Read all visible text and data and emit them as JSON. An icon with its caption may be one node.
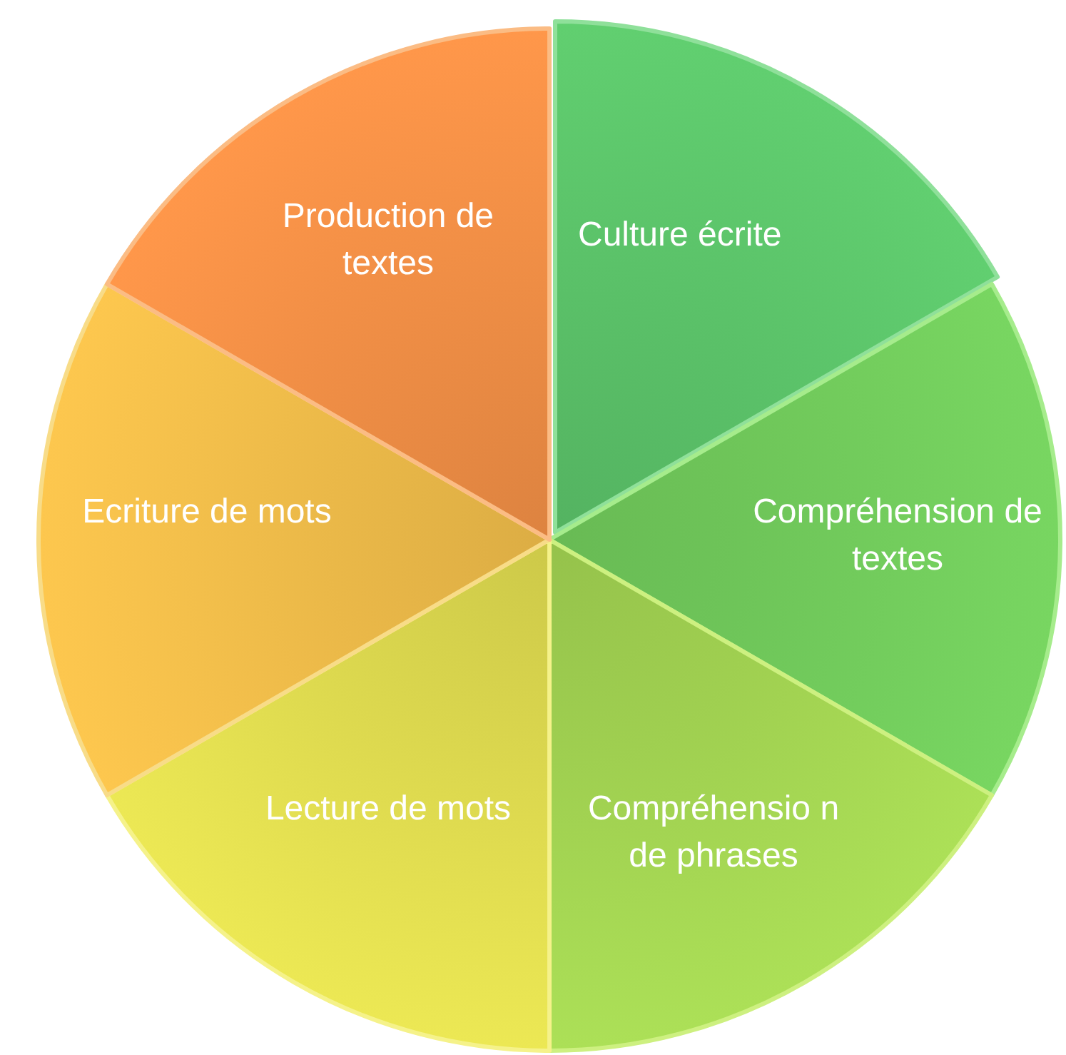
{
  "diagram": {
    "nodes": [
      {
        "text": [
          "Culture écrite"
        ]
      },
      {
        "text": [
          "Compréhension de textes"
        ]
      },
      {
        "text": [
          "Compréhensio n de phrases"
        ]
      },
      {
        "text": [
          "Lecture de mots"
        ]
      },
      {
        "text": [
          "Ecriture de mots"
        ]
      },
      {
        "text": [
          "Production de textes"
        ]
      }
    ]
  }
}
